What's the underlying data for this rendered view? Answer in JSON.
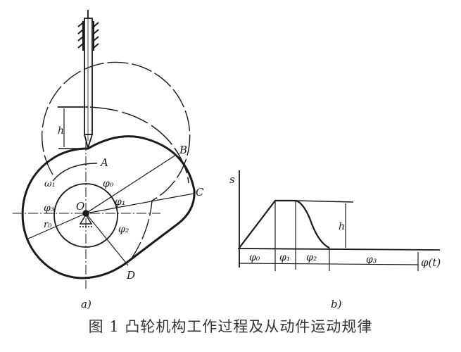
{
  "figure": {
    "caption": "图 1  凸轮机构工作过程及从动件运动规律",
    "subfigure_a": {
      "label": "a)",
      "points": {
        "A": "A",
        "B": "B",
        "C": "C",
        "D": "D",
        "O": "O"
      },
      "angle_labels": {
        "phi0": "φ₀",
        "phi1": "φ₁",
        "phi2": "φ₂",
        "phi3": "φ₃"
      },
      "omega_label": "ω₁",
      "base_radius_label": "r₀",
      "lift_label": "h"
    },
    "subfigure_b": {
      "label": "b)",
      "y_axis_label": "s",
      "x_axis_label": "φ(t)",
      "lift_label": "h",
      "segments": [
        "φ₀",
        "φ₁",
        "φ₂",
        "φ₃"
      ]
    }
  },
  "colors": {
    "line": "#1a1a1a",
    "background": "#ffffff",
    "caption": "#333333"
  }
}
